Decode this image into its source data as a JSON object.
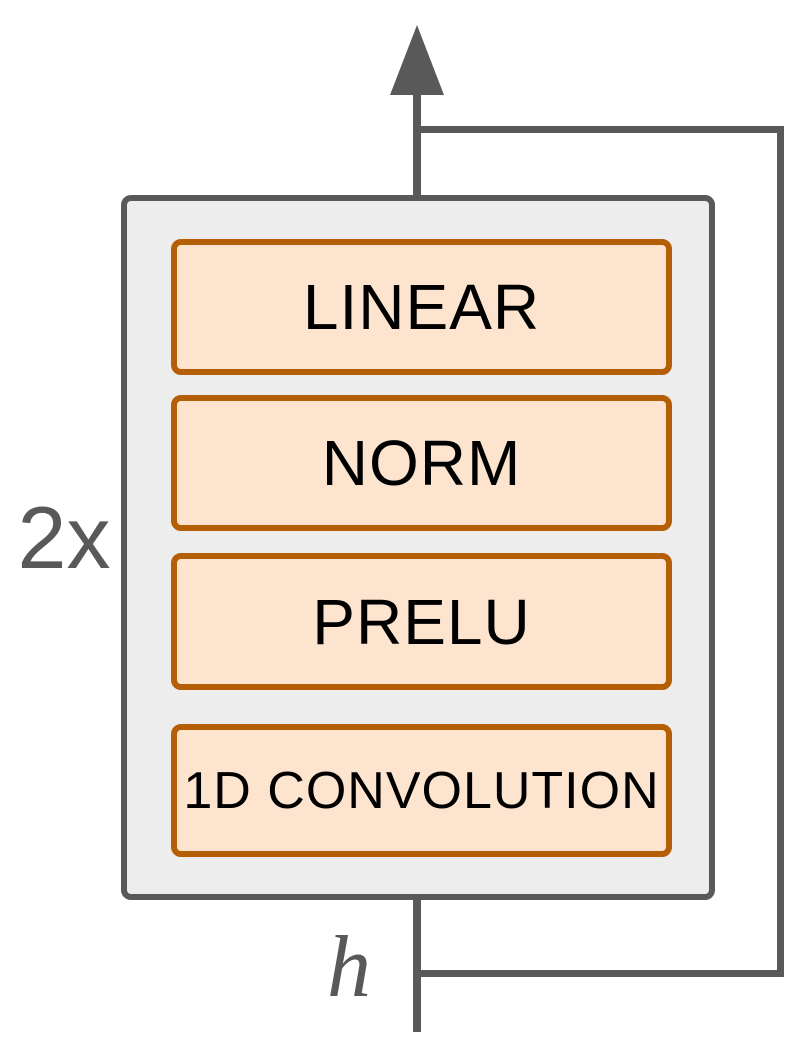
{
  "diagram": {
    "repeat_label": "2x",
    "input_label": "h",
    "blocks": [
      {
        "label": "LINEAR"
      },
      {
        "label": "NORM"
      },
      {
        "label": "PRELU"
      },
      {
        "label": "1D CONVOLUTION"
      }
    ],
    "colors": {
      "line_gray": "#595959",
      "container_fill": "#ededed",
      "container_border": "#595959",
      "block_fill": "#fce4cf",
      "block_border": "#b45f06",
      "text_black": "#000000"
    }
  }
}
